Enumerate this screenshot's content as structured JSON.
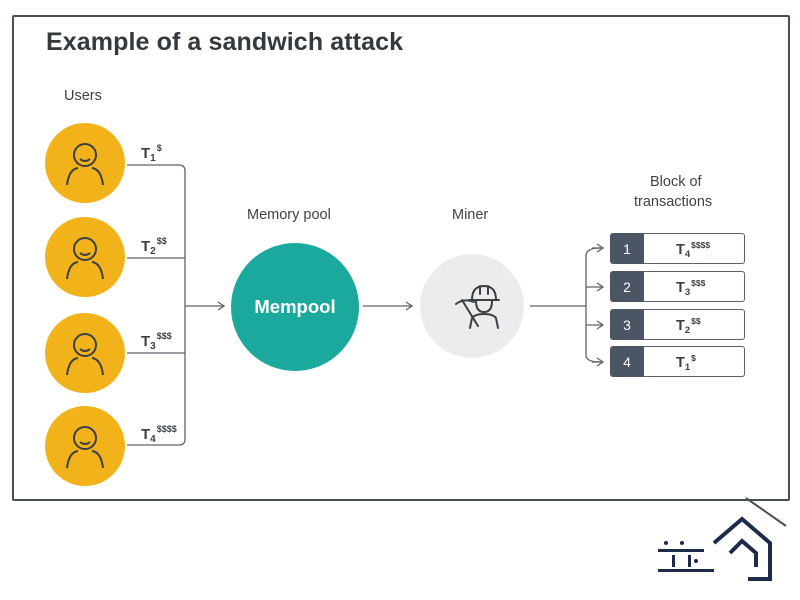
{
  "title": "Example of a sandwich attack",
  "labels": {
    "users": "Users",
    "memory_pool": "Memory pool",
    "miner": "Miner",
    "block_line1": "Block of",
    "block_line2": "transactions"
  },
  "mempool_label": "Mempool",
  "user_transactions": [
    {
      "sub": "1",
      "sup": "$"
    },
    {
      "sub": "2",
      "sup": "$$"
    },
    {
      "sub": "3",
      "sup": "$$$"
    },
    {
      "sub": "4",
      "sup": "$$$$"
    }
  ],
  "block": [
    {
      "num": "1",
      "sub": "4",
      "sup": "$$$$"
    },
    {
      "num": "2",
      "sub": "3",
      "sup": "$$$"
    },
    {
      "num": "3",
      "sub": "2",
      "sup": "$$"
    },
    {
      "num": "4",
      "sub": "1",
      "sup": "$"
    }
  ],
  "colors": {
    "user_circle": "#f2b31a",
    "mempool": "#1aa99c",
    "miner_circle": "#ececec",
    "block_number_bg": "#4b5563"
  },
  "icons": [
    "user-icon",
    "miner-icon",
    "arrow-icon",
    "logo"
  ]
}
